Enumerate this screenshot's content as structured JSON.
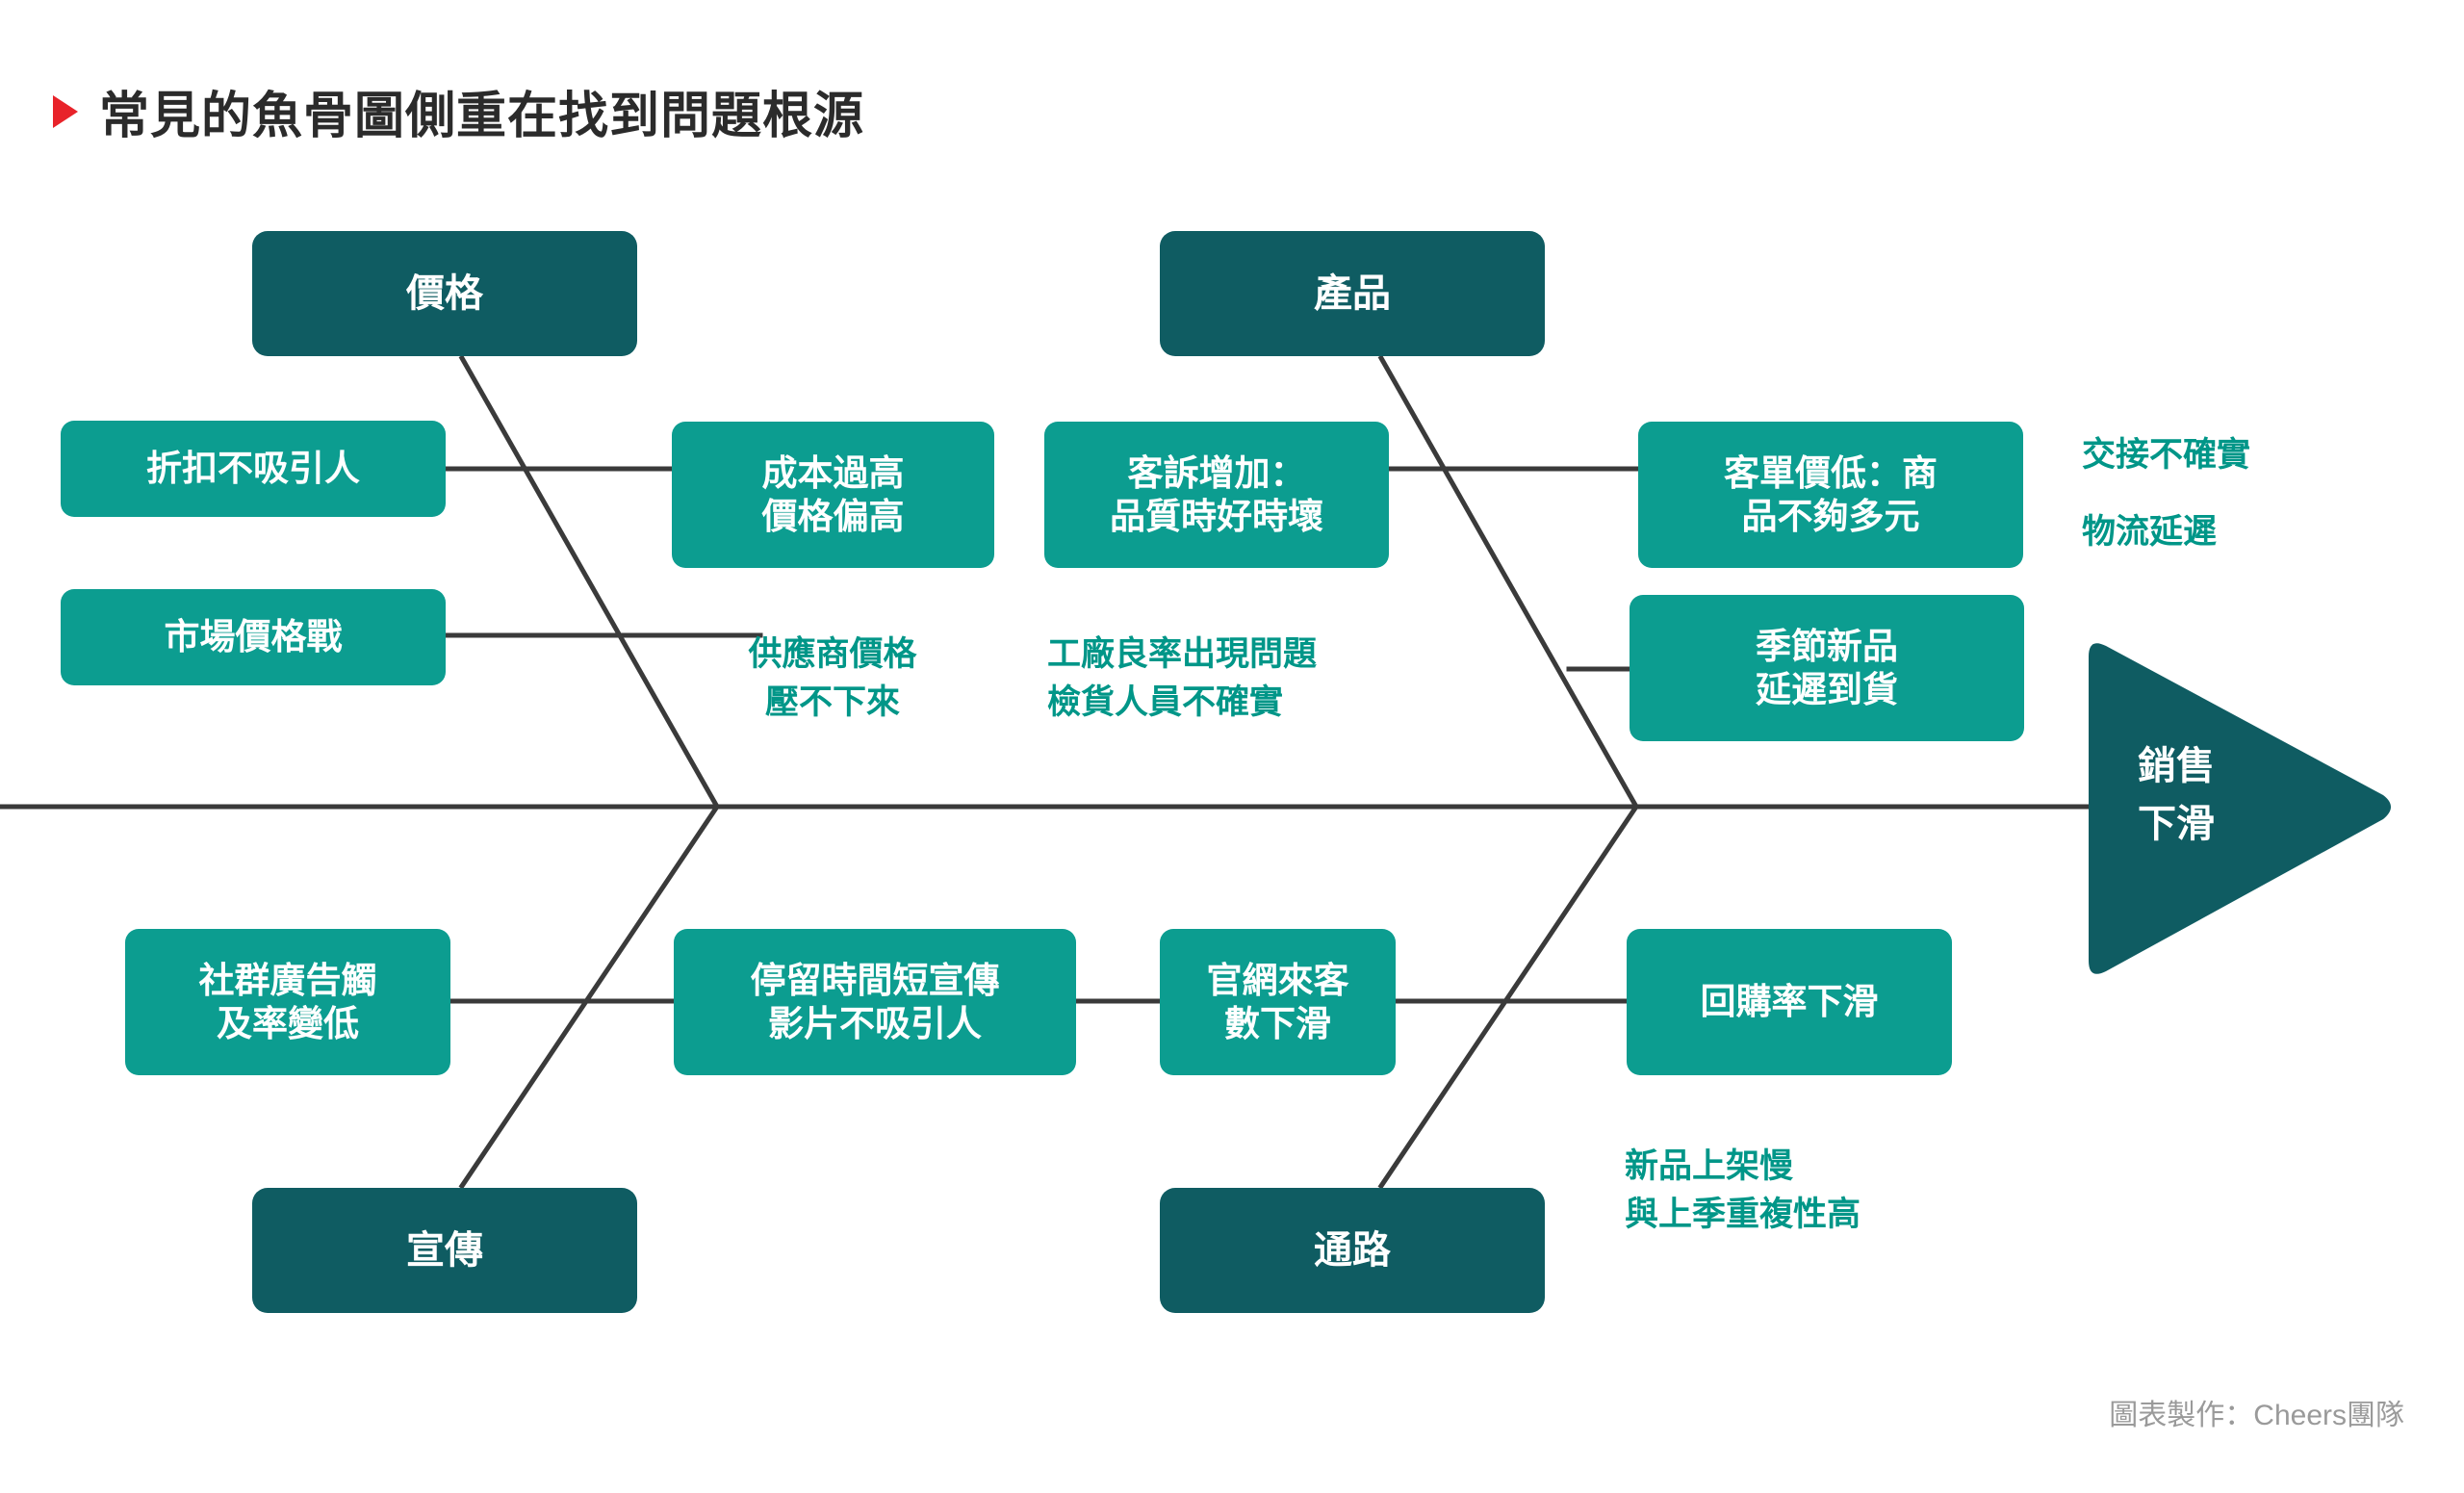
{
  "page": {
    "title": "常見的魚骨圖側重在找到問題根源",
    "credit": "圖表製作：Cheers團隊",
    "bullet_color": "#E8232A"
  },
  "colors": {
    "category_box": "#0F5C62",
    "cause_box": "#0C9D90",
    "note_text": "#009688",
    "bone_line": "#3A3A3A",
    "title_text": "#2B2B2B"
  },
  "head": {
    "label": "銷售\n下滑",
    "name": "effect-arrow"
  },
  "categories": [
    {
      "label": "價格",
      "position": "top-left"
    },
    {
      "label": "產品",
      "position": "top-right"
    },
    {
      "label": "宣傳",
      "position": "bottom-left"
    },
    {
      "label": "通路",
      "position": "bottom-right"
    }
  ],
  "causes": [
    {
      "label": "折扣不吸引人",
      "group": "價格"
    },
    {
      "label": "市場價格戰",
      "group": "價格"
    },
    {
      "label": "成本過高\n價格偏高",
      "group": "價格"
    },
    {
      "label": "客訴增加：\n品質時好時壞",
      "group": "產品"
    },
    {
      "label": "客單價低：商\n品不夠多元",
      "group": "產品"
    },
    {
      "label": "季節新品\n延遲到貨",
      "group": "產品"
    },
    {
      "label": "社群廣告觸\n及率變低",
      "group": "宣傳"
    },
    {
      "label": "停留時間短宣傳\n影片不吸引人",
      "group": "宣傳"
    },
    {
      "label": "官網來客\n數下滑",
      "group": "通路"
    },
    {
      "label": "回購率下滑",
      "group": "通路"
    }
  ],
  "notes": [
    {
      "label": "供應商價格\n壓不下來",
      "group": "價格"
    },
    {
      "label": "工廠良率出現問題\n檢貨人員不確實",
      "group": "產品"
    },
    {
      "label": "交接不確實",
      "group": "產品"
    },
    {
      "label": "物流延遲",
      "group": "產品"
    },
    {
      "label": "新品上架慢\n與上季重複性高",
      "group": "通路"
    }
  ]
}
